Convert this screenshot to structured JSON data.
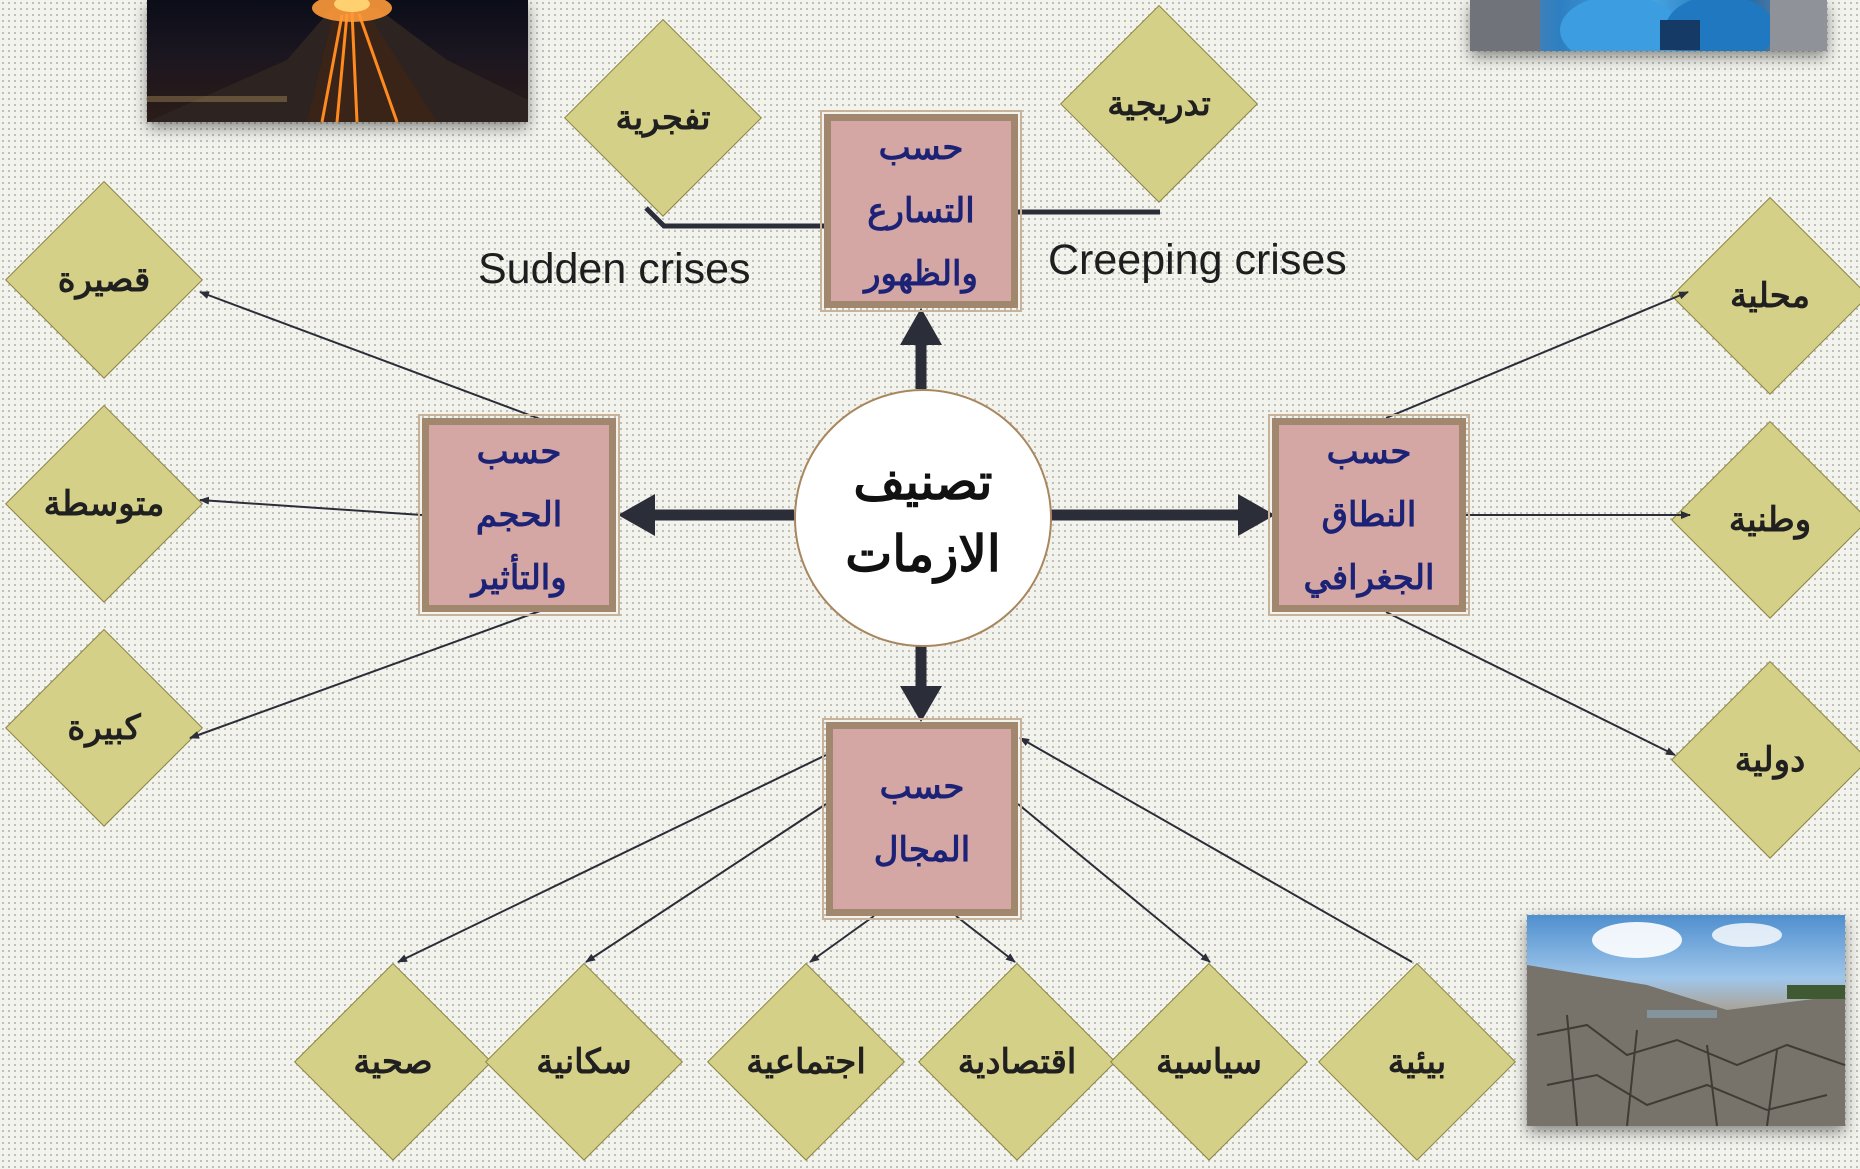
{
  "center": {
    "line1": "تصنيف",
    "line2": "الازمات"
  },
  "boxes": {
    "speed": {
      "l1": "حسب",
      "l2": "التسارع",
      "l3": "والظهور"
    },
    "size": {
      "l1": "حسب",
      "l2": "الحجم",
      "l3": "والتأثير"
    },
    "geography": {
      "l1": "حسب",
      "l2": "النطاق",
      "l3": "الجغرافي"
    },
    "field": {
      "l1": "حسب",
      "l2": "المجال"
    }
  },
  "speed_types": {
    "sudden": "تفجرية",
    "gradual": "تدريجية"
  },
  "english_labels": {
    "sudden": "Sudden crises",
    "creeping": "Creeping crises"
  },
  "size_types": {
    "short": "قصيرة",
    "medium": "متوسطة",
    "large": "كبيرة"
  },
  "geo_types": {
    "local": "محلية",
    "national": "وطنية",
    "international": "دولية"
  },
  "field_types": {
    "health": "صحية",
    "population": "سكانية",
    "social": "اجتماعية",
    "economic": "اقتصادية",
    "political": "سياسية",
    "environmental": "بيئية"
  },
  "colors": {
    "box_fill": "#d4a7a5",
    "box_border": "#a2876f",
    "box_text": "#1c2275",
    "diamond_fill": "#d5d087",
    "arrow": "#2b2e38"
  },
  "images": [
    "volcano-photo",
    "protective-suits-photo",
    "drought-photo"
  ]
}
